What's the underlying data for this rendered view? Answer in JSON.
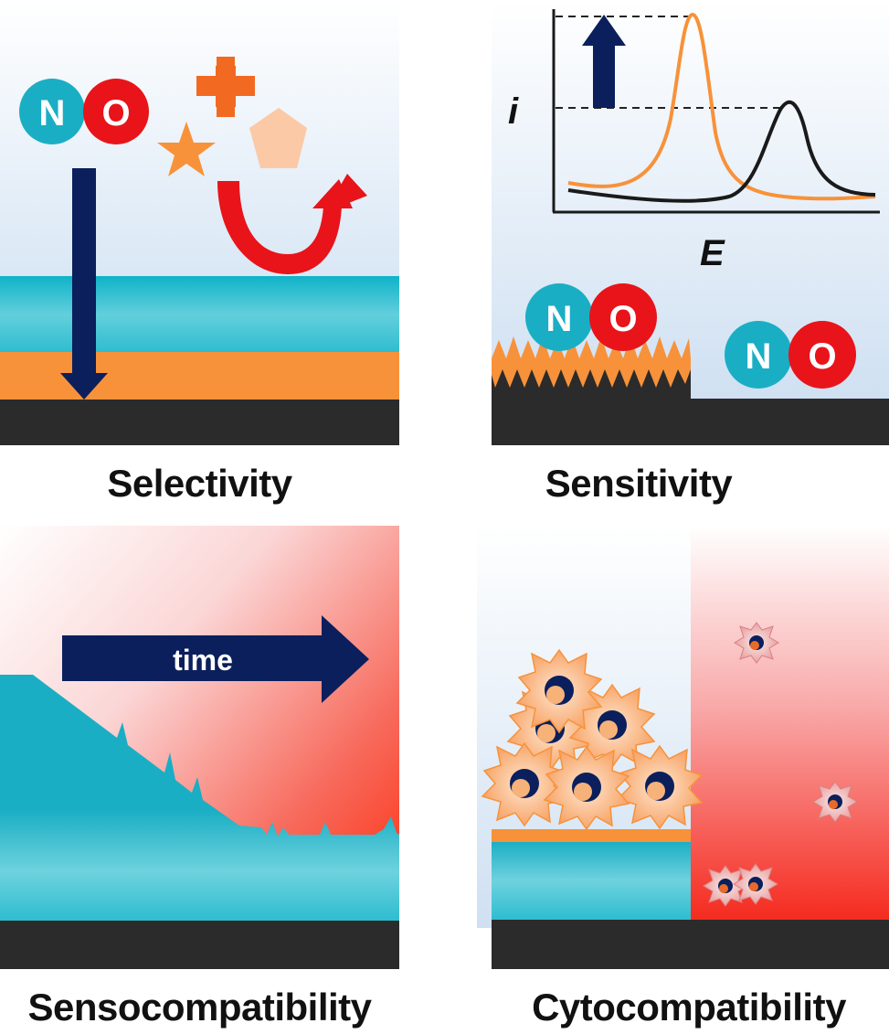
{
  "captions": {
    "selectivity": "Selectivity",
    "sensitivity": "Sensitivity",
    "sensocompatibility": "Sensocompatibility",
    "cytocompatibility": "Cytocompatibility"
  },
  "molecule": {
    "atom1": "N",
    "atom2": "O"
  },
  "graph": {
    "y_label": "i",
    "x_label": "E"
  },
  "time_label": "time",
  "colors": {
    "teal": "#1aaec4",
    "red": "#e8141a",
    "orange": "#f7923a",
    "navy": "#0b1f5c",
    "dark": "#2b2b2b"
  }
}
